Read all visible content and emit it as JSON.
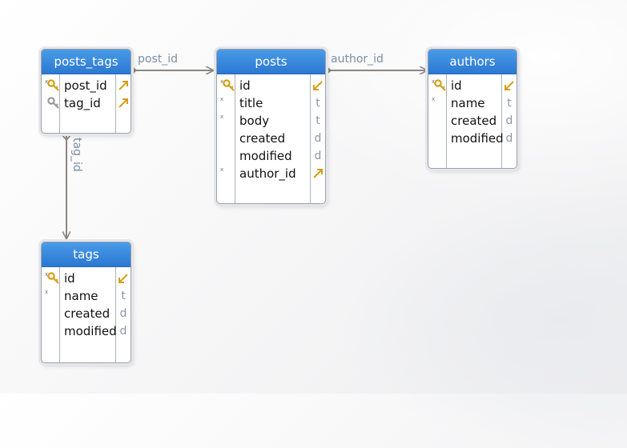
{
  "tables": [
    {
      "id": "posts_tags",
      "title": "posts_tags",
      "columns": [
        {
          "name": "post_id",
          "key": "primary-key",
          "type_marker": "foreign-key-arrow"
        },
        {
          "name": "tag_id",
          "key": "key-gray",
          "type_marker": "foreign-key-arrow"
        }
      ]
    },
    {
      "id": "posts",
      "title": "posts",
      "columns": [
        {
          "name": "id",
          "key": "primary-key",
          "type_marker": "primary-arrow"
        },
        {
          "name": "title",
          "key": "",
          "type_marker": "t"
        },
        {
          "name": "body",
          "key": "",
          "type_marker": "t"
        },
        {
          "name": "created",
          "key": "",
          "type_marker": "d"
        },
        {
          "name": "modified",
          "key": "",
          "type_marker": "d"
        },
        {
          "name": "author_id",
          "key": "",
          "type_marker": "foreign-key-arrow"
        }
      ]
    },
    {
      "id": "authors",
      "title": "authors",
      "columns": [
        {
          "name": "id",
          "key": "primary-key",
          "type_marker": "primary-arrow"
        },
        {
          "name": "name",
          "key": "",
          "type_marker": "t"
        },
        {
          "name": "created",
          "key": "",
          "type_marker": "d"
        },
        {
          "name": "modified",
          "key": "",
          "type_marker": "d"
        }
      ]
    },
    {
      "id": "tags",
      "title": "tags",
      "columns": [
        {
          "name": "id",
          "key": "primary-key",
          "type_marker": "primary-arrow"
        },
        {
          "name": "name",
          "key": "",
          "type_marker": "t"
        },
        {
          "name": "created",
          "key": "",
          "type_marker": "d"
        },
        {
          "name": "modified",
          "key": "",
          "type_marker": "d"
        }
      ]
    }
  ],
  "relations": [
    {
      "from": "posts_tags",
      "to": "posts",
      "label": "post_id"
    },
    {
      "from": "posts",
      "to": "authors",
      "label": "author_id"
    },
    {
      "from": "posts_tags",
      "to": "tags",
      "label": "tag_id"
    }
  ],
  "colors": {
    "header": "#2b78d2",
    "connector": "#8c8580",
    "relation_label": "#7b8fa5",
    "key_gold": "#d4a017",
    "type_marker": "#8a97a6"
  }
}
